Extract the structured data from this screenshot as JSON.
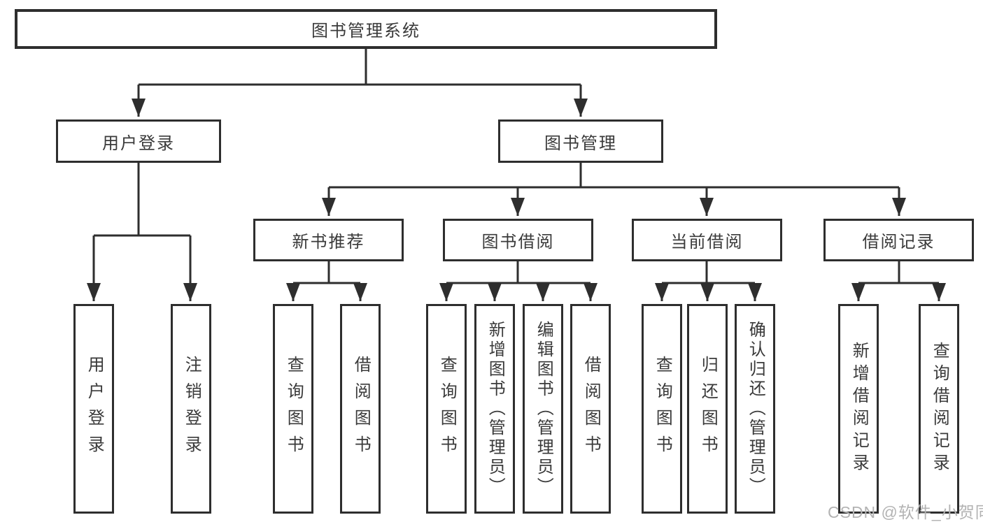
{
  "colors": {
    "line": "#2e2e2e",
    "box_border": "#2e2e2e",
    "text": "#3a3a3a",
    "background": "#ffffff",
    "watermark": "#b3b3b3"
  },
  "watermark": {
    "text": "CSDN @软件_小贺同学"
  },
  "tree": {
    "label": "图书管理系统",
    "children": [
      {
        "label": "用户登录",
        "children": [
          {
            "label": "用户登录"
          },
          {
            "label": "注销登录"
          }
        ]
      },
      {
        "label": "图书管理",
        "children": [
          {
            "label": "新书推荐",
            "children": [
              {
                "label": "查询图书"
              },
              {
                "label": "借阅图书"
              }
            ]
          },
          {
            "label": "图书借阅",
            "children": [
              {
                "label": "查询图书"
              },
              {
                "label": "新增图书（管理员）"
              },
              {
                "label": "编辑图书（管理员）"
              },
              {
                "label": "借阅图书"
              }
            ]
          },
          {
            "label": "当前借阅",
            "children": [
              {
                "label": "查询图书"
              },
              {
                "label": "归还图书"
              },
              {
                "label": "确认归还（管理员）"
              }
            ]
          },
          {
            "label": "借阅记录",
            "children": [
              {
                "label": "新增借阅记录"
              },
              {
                "label": "查询借阅记录"
              }
            ]
          }
        ]
      }
    ]
  }
}
